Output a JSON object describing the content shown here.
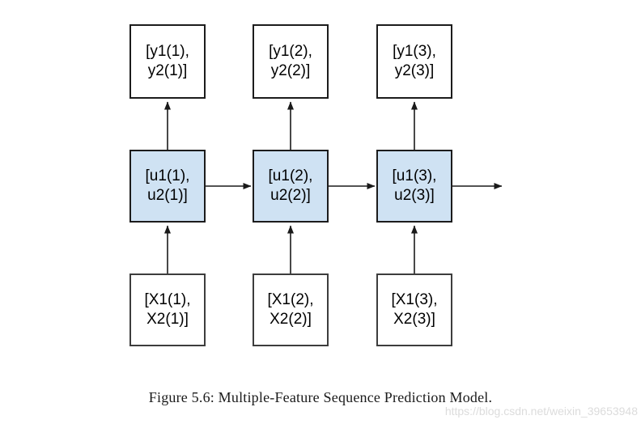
{
  "figure": {
    "caption": "Figure 5.6: Multiple-Feature Sequence Prediction Model.",
    "watermark": "https://blog.csdn.net/weixin_39653948"
  },
  "colors": {
    "hidden_box_fill": "#cfe2f3",
    "box_border": "#1c1c1c",
    "arrow_color": "#1a1a1a",
    "watermark_color": "#dcdcdc"
  },
  "diagram": {
    "output_row": [
      {
        "line1": "[y1(1),",
        "line2": "y2(1)]"
      },
      {
        "line1": "[y1(2),",
        "line2": "y2(2)]"
      },
      {
        "line1": "[y1(3),",
        "line2": "y2(3)]"
      }
    ],
    "hidden_row": [
      {
        "line1": "[u1(1),",
        "line2": "u2(1)]"
      },
      {
        "line1": "[u1(2),",
        "line2": "u2(2)]"
      },
      {
        "line1": "[u1(3),",
        "line2": "u2(3)]"
      }
    ],
    "input_row": [
      {
        "line1": "[X1(1),",
        "line2": "X2(1)]"
      },
      {
        "line1": "[X1(2),",
        "line2": "X2(2)]"
      },
      {
        "line1": "[X1(3),",
        "line2": "X2(3)]"
      }
    ]
  }
}
